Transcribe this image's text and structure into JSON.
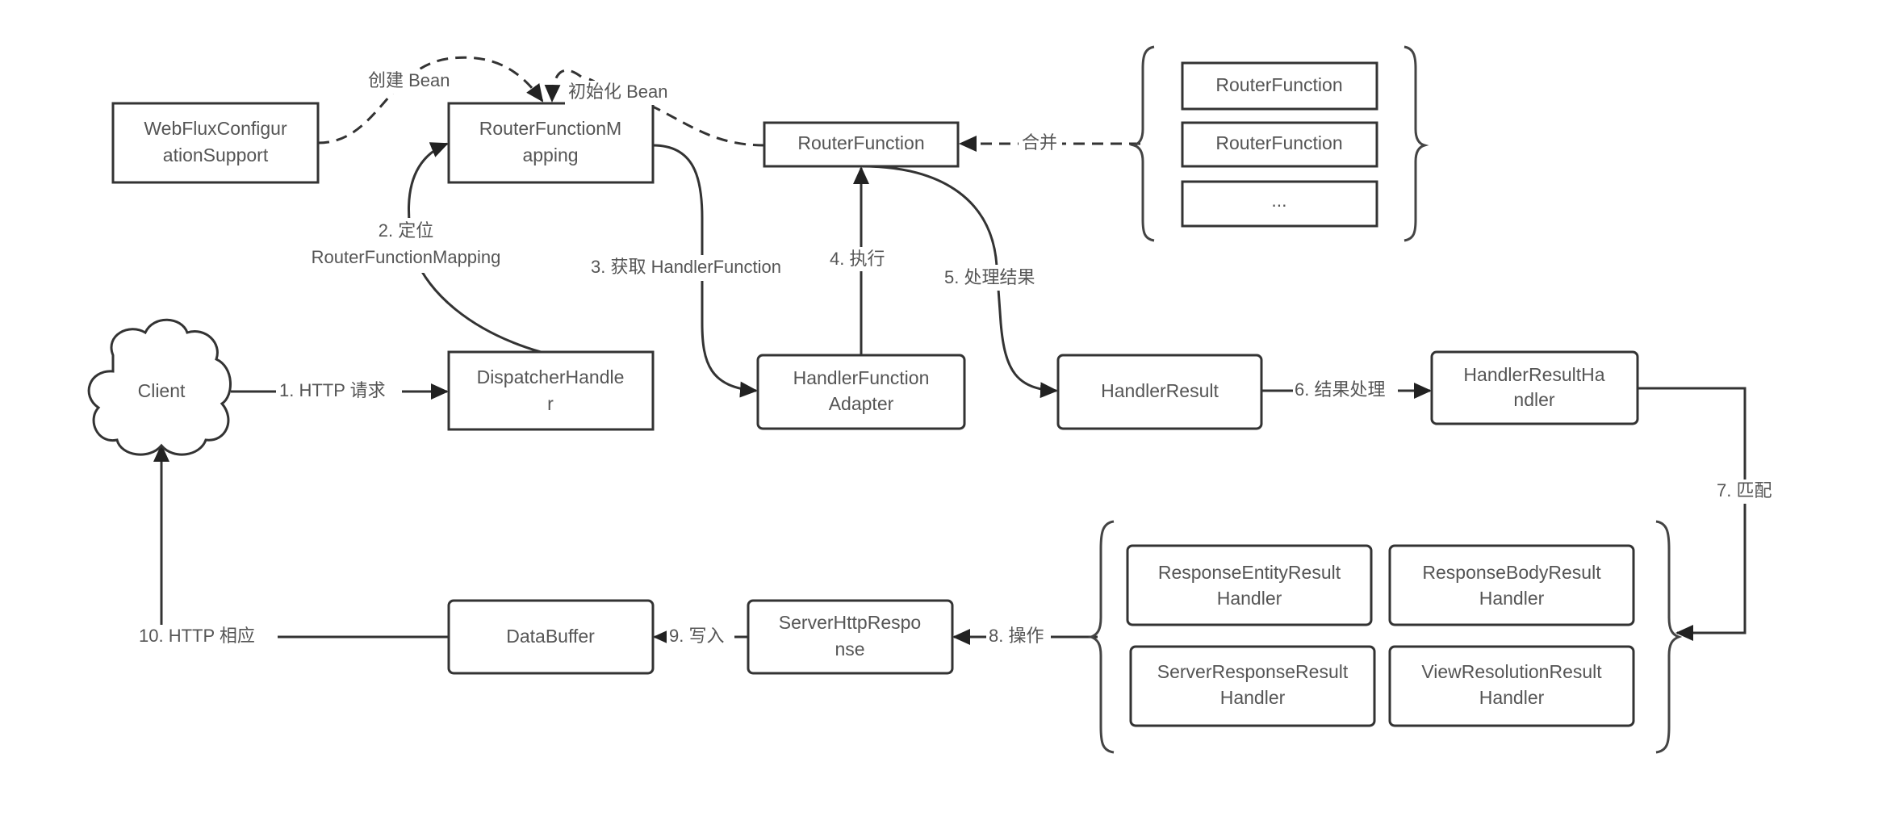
{
  "diagram": {
    "nodes": {
      "webflux": [
        "WebFluxConfigur",
        "ationSupport"
      ],
      "rfm": [
        "RouterFunctionM",
        "apping"
      ],
      "router_function": [
        "RouterFunction"
      ],
      "rf1": [
        "RouterFunction"
      ],
      "rf2": [
        "RouterFunction"
      ],
      "rf3": [
        "..."
      ],
      "client": [
        "Client"
      ],
      "dispatcher": [
        "DispatcherHandle",
        "r"
      ],
      "hfa": [
        "HandlerFunction",
        "Adapter"
      ],
      "handler_result": [
        "HandlerResult"
      ],
      "hrh": [
        "HandlerResultHa",
        "ndler"
      ],
      "rerh": [
        "ResponseEntityResult",
        "Handler"
      ],
      "rbrh": [
        "ResponseBodyResult",
        "Handler"
      ],
      "srrh": [
        "ServerResponseResult",
        "Handler"
      ],
      "vrrh": [
        "ViewResolutionResult",
        "Handler"
      ],
      "shr": [
        "ServerHttpRespo",
        "nse"
      ],
      "databuffer": [
        "DataBuffer"
      ]
    },
    "edges": {
      "create_bean": "创建 Bean",
      "init_bean": "初始化 Bean",
      "merge": "合并",
      "step1": "1. HTTP 请求",
      "step2_a": "2. 定位",
      "step2_b": "RouterFunctionMapping",
      "step3": "3. 获取 HandlerFunction",
      "step4": "4. 执行",
      "step5": "5. 处理结果",
      "step6": "6. 结果处理",
      "step7": "7. 匹配",
      "step8": "8. 操作",
      "step9": "9. 写入",
      "step10": "10. HTTP 相应"
    }
  }
}
